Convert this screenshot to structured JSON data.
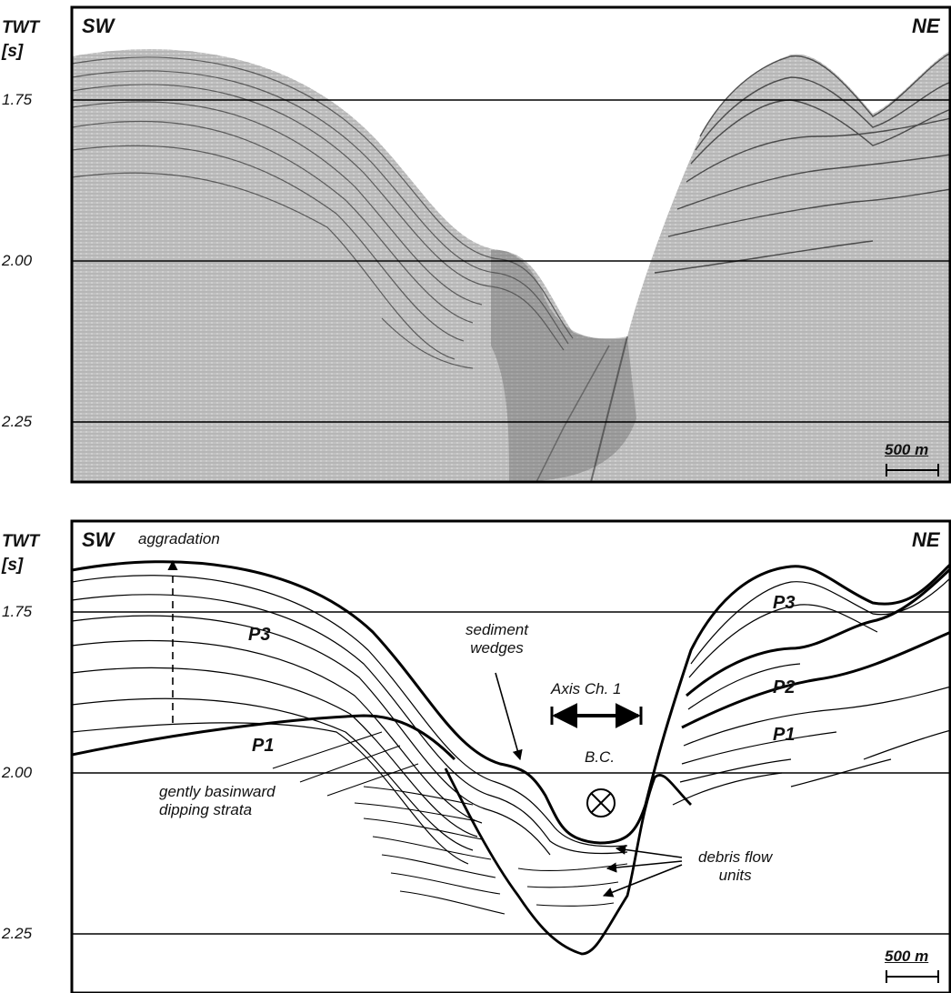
{
  "top_panel": {
    "axis_title_line1": "TWT",
    "axis_title_line2": "[s]",
    "ticks": [
      "1.75",
      "2.00",
      "2.25"
    ],
    "left_direction": "SW",
    "right_direction": "NE",
    "scale_label": "500 m"
  },
  "bottom_panel": {
    "axis_title_line1": "TWT",
    "axis_title_line2": "[s]",
    "ticks": [
      "1.75",
      "2.00",
      "2.25"
    ],
    "left_direction": "SW",
    "right_direction": "NE",
    "scale_label": "500 m",
    "annotations": {
      "aggradation": "aggradation",
      "p3_left": "P3",
      "p1_left": "P1",
      "gently_line1": "gently basinward",
      "gently_line2": "dipping strata",
      "sediment_line1": "sediment",
      "sediment_line2": "wedges",
      "axis_channel": "Axis Ch. 1",
      "bc": "B.C.",
      "debris_line1": "debris flow",
      "debris_line2": "units",
      "p3_right": "P3",
      "p2_right": "P2",
      "p1_right": "P1"
    }
  },
  "colors": {
    "ink": "#111111",
    "seismic_gray": "#8a8a8a"
  }
}
